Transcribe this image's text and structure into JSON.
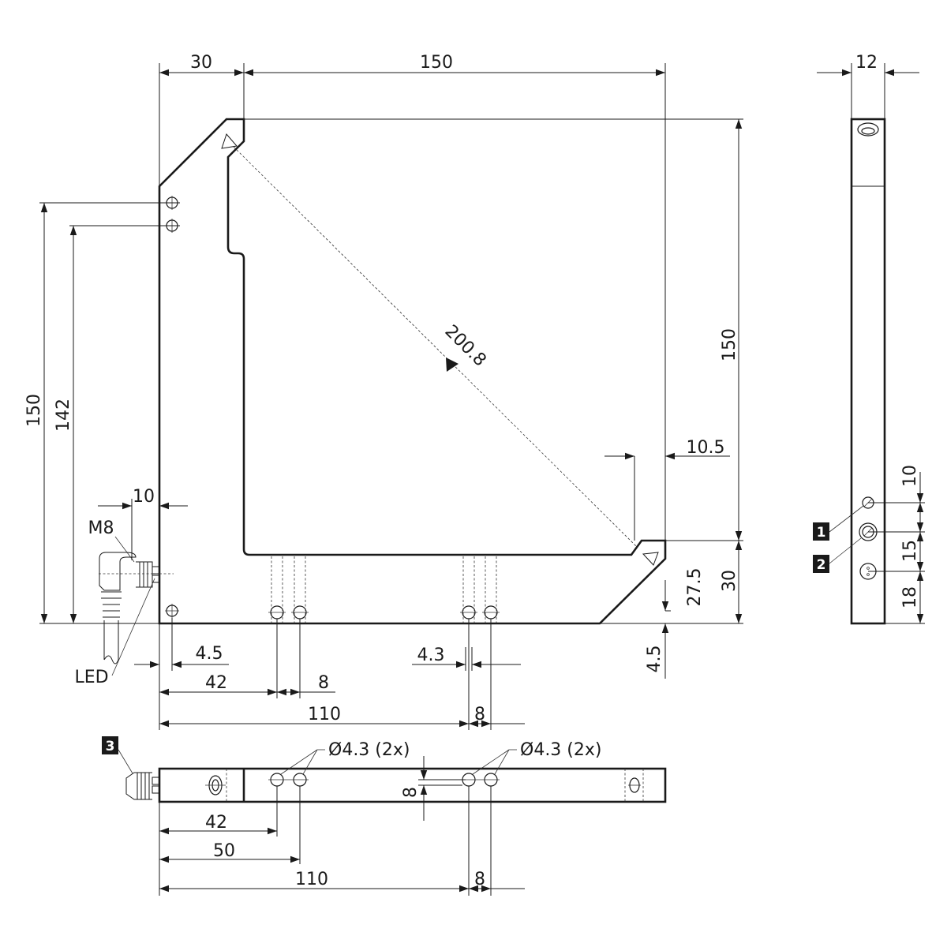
{
  "drawing": {
    "dims": {
      "top_left_width": "30",
      "top_main_width": "150",
      "side_thickness": "12",
      "left_height_total": "150",
      "left_height_holes": "142",
      "right_height_main": "150",
      "right_height_base": "30",
      "base_hole_height": "27.5",
      "base_hole_offset": "4.5",
      "diagonal": "200.8",
      "corner_offset": "10.5",
      "connector_offset": "10",
      "hole_edge_offset": "4.5",
      "hole_pitch_42": "42",
      "hole_spacing_8a": "8",
      "hole_dia_43": "4.3",
      "hole_pos_110": "110",
      "hole_spacing_8b": "8",
      "side_spacing_10": "10",
      "side_spacing_15": "15",
      "side_spacing_18": "18",
      "bottom_hole_42": "42",
      "bottom_hole_50": "50",
      "bottom_hole_110": "110",
      "bottom_spacing_8": "8",
      "bottom_height_8": "8",
      "hole_callout_left": "Ø4.3 (2x)",
      "hole_callout_right": "Ø4.3 (2x)"
    },
    "labels": {
      "connector": "M8",
      "led": "LED"
    },
    "badges": {
      "b1": "1",
      "b2": "2",
      "b3": "3"
    }
  }
}
